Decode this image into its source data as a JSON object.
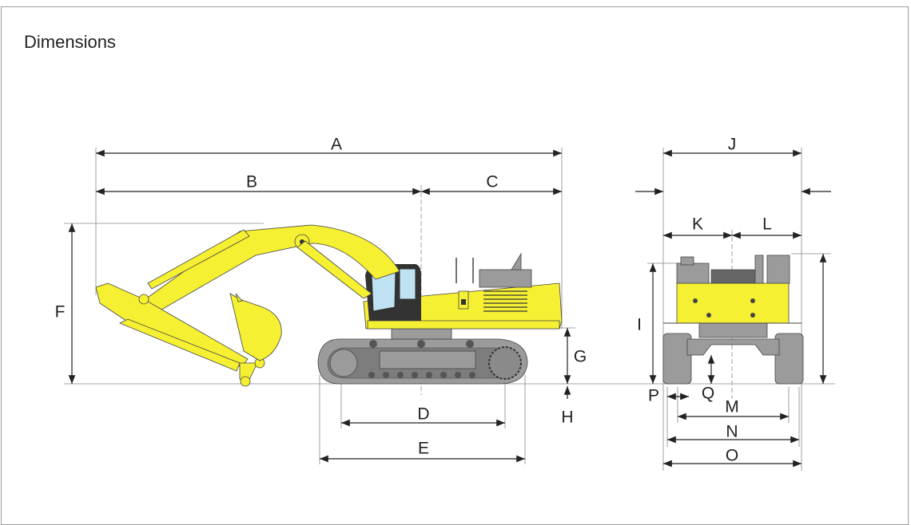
{
  "title": "Dimensions",
  "labels": {
    "A": "A",
    "B": "B",
    "C": "C",
    "D": "D",
    "E": "E",
    "F": "F",
    "G": "G",
    "H": "H",
    "I": "I",
    "J": "J",
    "K": "K",
    "L": "L",
    "M": "M",
    "N": "N",
    "O": "O",
    "P": "P",
    "Q": "Q"
  },
  "colors": {
    "machine": "#f6f032",
    "undercarriage": "#9b9b9b",
    "glass": "#bfe3f2"
  }
}
